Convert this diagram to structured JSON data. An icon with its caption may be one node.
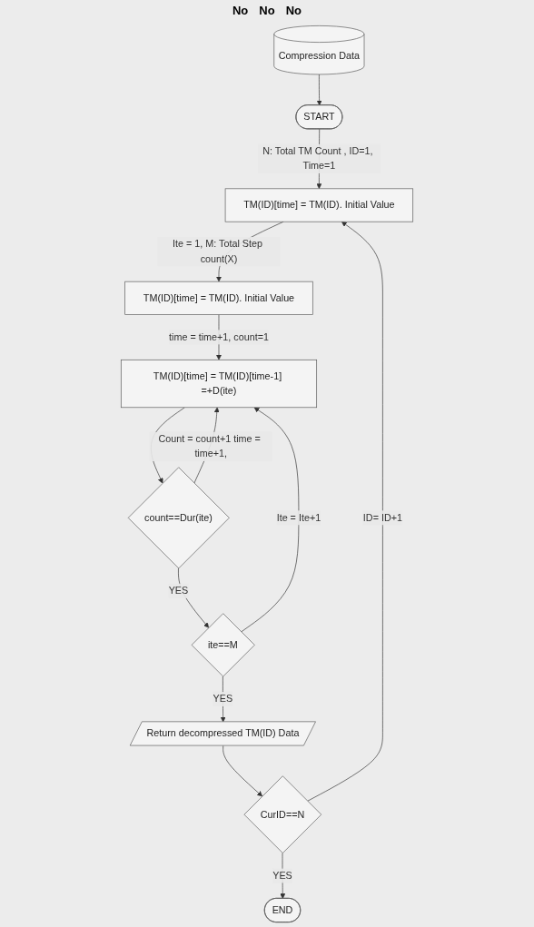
{
  "diagram": {
    "nodes": [
      {
        "text": [
          "Compression Data"
        ]
      },
      {
        "text": [
          "START"
        ]
      },
      {
        "text": [
          "TM(ID)[time] = TM(ID). Initial Value"
        ]
      },
      {
        "text": [
          "TM(ID)[time] = TM(ID). Initial Value"
        ]
      },
      {
        "text": [
          "TM(ID)[time] = TM(ID)[time-1] =+D(ite)"
        ]
      },
      {
        "text": [
          "count==Dur(ite)"
        ]
      },
      {
        "text": [
          "ite==M"
        ]
      },
      {
        "text": [
          "Return decompressed TM(ID) Data"
        ]
      },
      {
        "text": [
          "CurID==N"
        ]
      },
      {
        "text": [
          "END"
        ]
      }
    ],
    "edges": [
      {
        "from": 0,
        "to": 1,
        "arrow": "to"
      },
      {
        "from": 1,
        "to": 2,
        "arrow": "to",
        "label": "N: Total TM Count , ID=1, Time=1"
      },
      {
        "from": 2,
        "to": 3,
        "arrow": "to",
        "label": "Ite = 1, M: Total Step count(X)"
      },
      {
        "from": 3,
        "to": 4,
        "arrow": "to",
        "label": "time = time+1, count=1"
      },
      {
        "from": 4,
        "to": 5,
        "arrow": "to"
      },
      {
        "from": 5,
        "to": 4,
        "arrow": "to",
        "label": "Count = count+1 time = time+1,"
      },
      {
        "from": 5,
        "to": 6,
        "arrow": "to",
        "label": "YES"
      },
      {
        "from": 6,
        "to": 4,
        "arrow": "to",
        "label": "Ite = Ite+1"
      },
      {
        "from": 6,
        "to": 7,
        "arrow": "to",
        "label": "YES"
      },
      {
        "from": 7,
        "to": 8,
        "arrow": "to"
      },
      {
        "from": 8,
        "to": 2,
        "arrow": "to",
        "label": "ID= ID+1"
      },
      {
        "from": 8,
        "to": 9,
        "arrow": "to",
        "label": "YES"
      }
    ],
    "labels": [
      "No",
      "No",
      "No"
    ]
  }
}
